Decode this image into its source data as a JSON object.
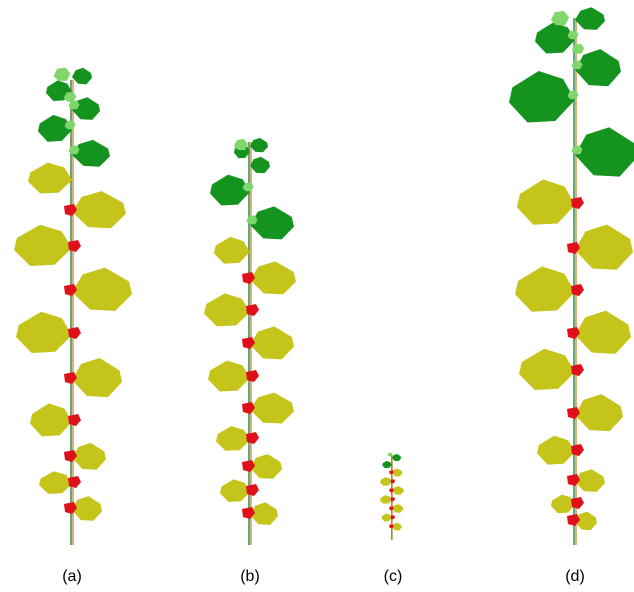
{
  "figure": {
    "panels": [
      {
        "id": "a",
        "label": "(a)"
      },
      {
        "id": "b",
        "label": "(b)"
      },
      {
        "id": "c",
        "label": "(c)"
      },
      {
        "id": "d",
        "label": "(d)"
      }
    ]
  },
  "colors": {
    "background": "#ffffff",
    "stem_green": "#3f8f5a",
    "stem_orange": "#c99245",
    "leaf_dark_green": "#14941e",
    "leaf_light_green": "#7fd66a",
    "leaf_yellow_green": "#c5c41a",
    "fruit_red": "#e0101a"
  }
}
